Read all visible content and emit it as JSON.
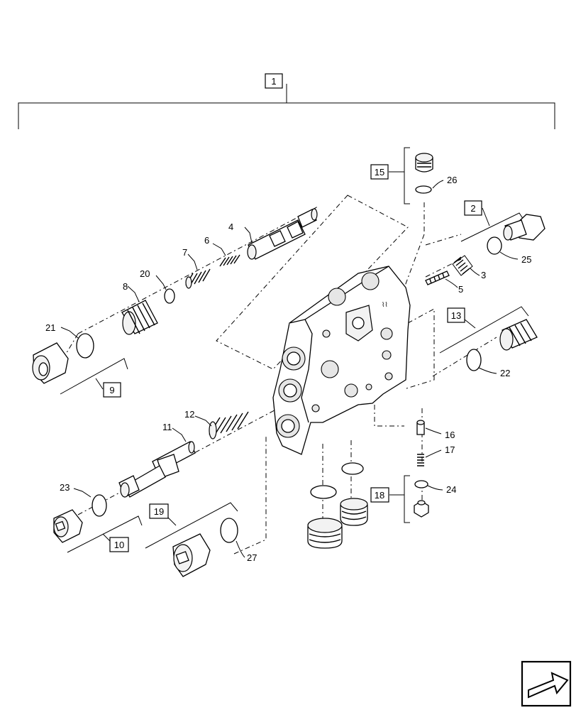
{
  "diagram": {
    "assembly_label": "1",
    "boxed_labels": [
      "2",
      "9",
      "10",
      "13",
      "15",
      "18",
      "19"
    ],
    "callouts": [
      "3",
      "4",
      "5",
      "6",
      "7",
      "8",
      "11",
      "12",
      "16",
      "17",
      "20",
      "21",
      "22",
      "23",
      "24",
      "25",
      "26",
      "27"
    ]
  },
  "nav_icon": "next-page-arrow-icon"
}
